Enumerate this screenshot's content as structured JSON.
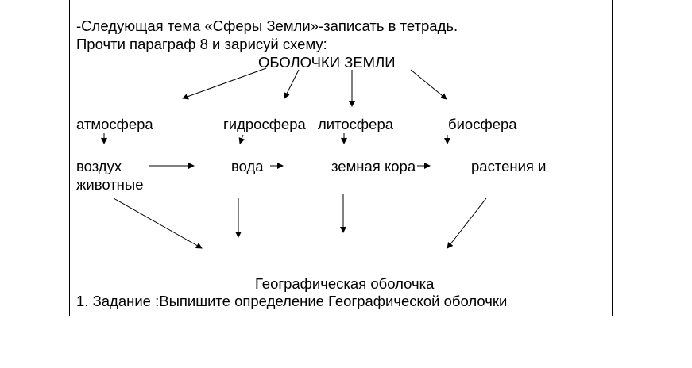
{
  "intro": {
    "line1": "-Следующая тема «Сферы Земли»-записать в тетрадь.",
    "line2": "Прочти параграф 8 и зарисуй схему:"
  },
  "scheme": {
    "title": "ОБОЛОЧКИ ЗЕМЛИ",
    "spheres": [
      "атмосфера",
      "гидросфера",
      "литосфера",
      "биосфера"
    ],
    "components": [
      "воздух",
      "вода",
      "земная кора",
      "растения и",
      "животные"
    ],
    "result": "Географическая оболочка"
  },
  "task": "1. Задание :Выпишите определение Географической оболочки"
}
